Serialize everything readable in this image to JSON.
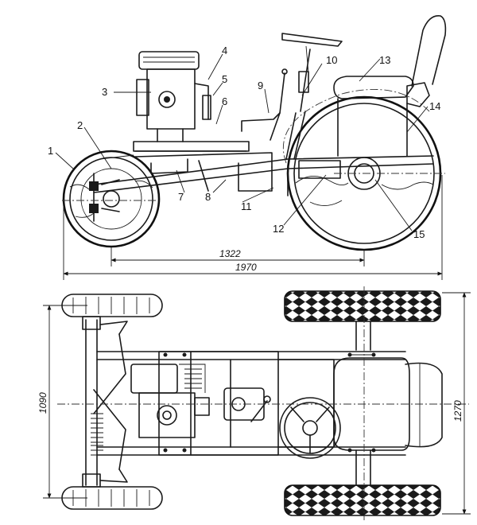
{
  "callouts": [
    "1",
    "2",
    "3",
    "4",
    "5",
    "6",
    "7",
    "8",
    "9",
    "10",
    "11",
    "12",
    "13",
    "14",
    "15"
  ],
  "dimensions": {
    "wheelbase": "1322",
    "overall_length": "1970",
    "front_track": "1090",
    "rear_track": "1270"
  }
}
